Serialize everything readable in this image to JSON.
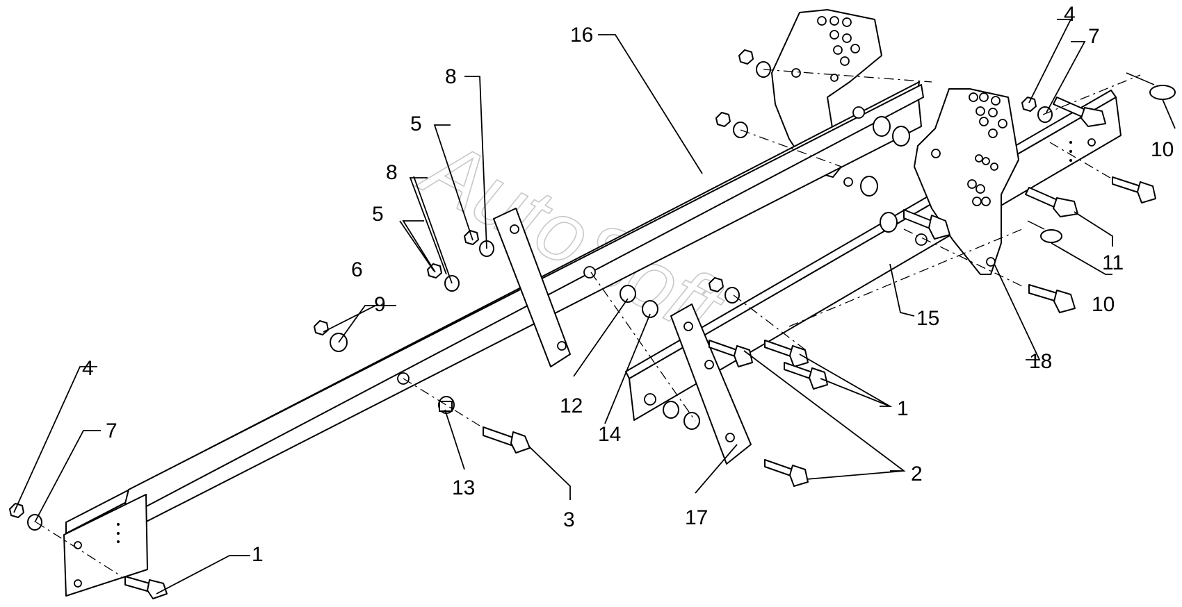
{
  "watermark": "AutoSoft",
  "callouts": {
    "c1a": "1",
    "c1b": "1",
    "c2": "2",
    "c3": "3",
    "c4a": "4",
    "c4b": "4",
    "c5a": "5",
    "c5b": "5",
    "c6": "6",
    "c7a": "7",
    "c7b": "7",
    "c8a": "8",
    "c8b": "8",
    "c9": "9",
    "c10a": "10",
    "c10b": "10",
    "c11": "11",
    "c12": "12",
    "c13": "13",
    "c14": "14",
    "c15": "15",
    "c16": "16",
    "c17": "17",
    "c18": "18"
  },
  "colors": {
    "line": "#000000",
    "background": "#ffffff",
    "watermark": "#c8c8c8"
  }
}
